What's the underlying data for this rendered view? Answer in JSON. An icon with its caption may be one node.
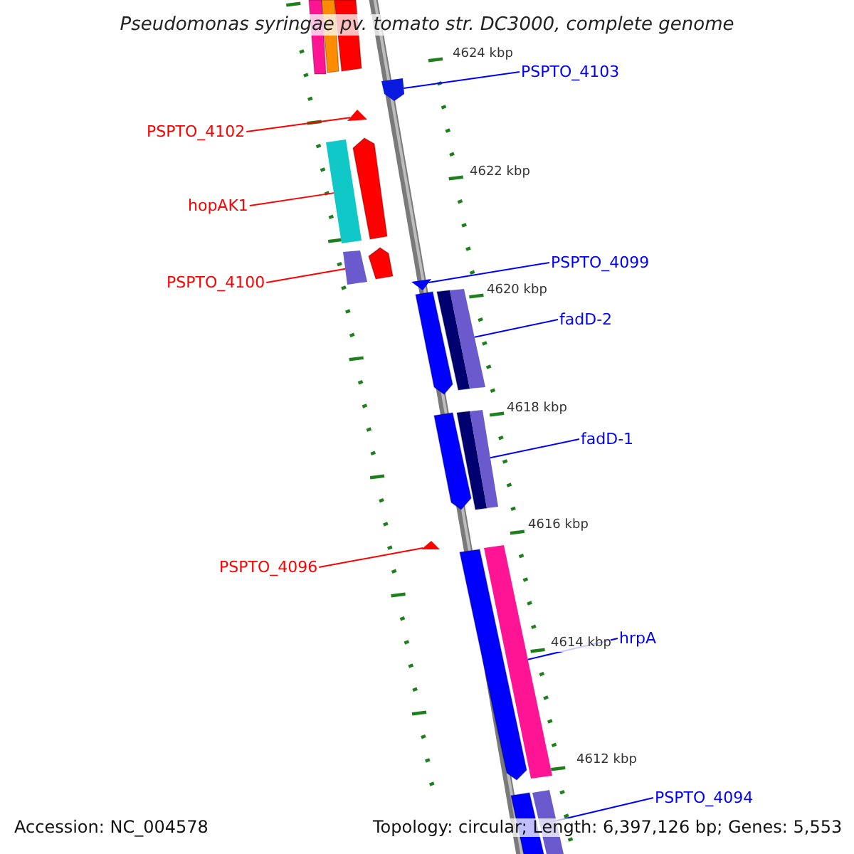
{
  "diagram": {
    "title": "Pseudomonas syringae pv. tomato str. DC3000, complete genome",
    "nodes": [
      {
        "text": [
          "PSPTO_4103"
        ]
      },
      {
        "text": [
          "PSPTO_4102"
        ]
      },
      {
        "text": [
          "hopAK1"
        ]
      },
      {
        "text": [
          "PSPTO_4100"
        ]
      },
      {
        "text": [
          "PSPTO_4099"
        ]
      },
      {
        "text": [
          "fadD-2"
        ]
      },
      {
        "text": [
          "fadD-1"
        ]
      },
      {
        "text": [
          "PSPTO_4096"
        ]
      },
      {
        "text": [
          "hrpA"
        ]
      },
      {
        "text": [
          "PSPTO_4094"
        ]
      },
      {
        "text": [],
        "shape": "arrow"
      },
      {
        "text": [],
        "shape": "arrow"
      },
      {
        "text": [],
        "shape": "arrow"
      },
      {
        "text": [],
        "shape": "arrow"
      },
      {
        "text": [],
        "shape": "arrow"
      },
      {
        "text": [],
        "shape": "arrow"
      },
      {
        "text": [],
        "shape": "arrow"
      },
      {
        "text": [],
        "shape": "arrow"
      },
      {
        "text": [],
        "shape": "arrow"
      },
      {
        "text": [],
        "shape": "arrow"
      }
    ],
    "edges": [
      {
        "from": 0,
        "to": 10,
        "arrow": "none"
      },
      {
        "from": 1,
        "to": 11,
        "arrow": "none",
        "color": "#ff0000"
      },
      {
        "from": 2,
        "to": 12,
        "arrow": "none",
        "color": "#ff0000"
      },
      {
        "from": 3,
        "to": 13,
        "arrow": "none",
        "color": "#ff0000"
      },
      {
        "from": 4,
        "to": 14,
        "arrow": "none"
      },
      {
        "from": 5,
        "to": 15,
        "arrow": "none"
      },
      {
        "from": 6,
        "to": 16,
        "arrow": "none"
      },
      {
        "from": 7,
        "to": 17,
        "arrow": "none",
        "color": "#ff0000"
      },
      {
        "from": 8,
        "to": 18,
        "arrow": "none"
      },
      {
        "from": 9,
        "to": 19,
        "arrow": "none"
      }
    ],
    "labels": [
      "4624 kbp",
      "4622 kbp",
      "4620 kbp",
      "4618 kbp",
      "4616 kbp",
      "4614 kbp",
      "4612 kbp",
      "Accession: NC_004578",
      "Topology: circular; Length: 6,397,126 bp; Genes: 5,553"
    ]
  }
}
